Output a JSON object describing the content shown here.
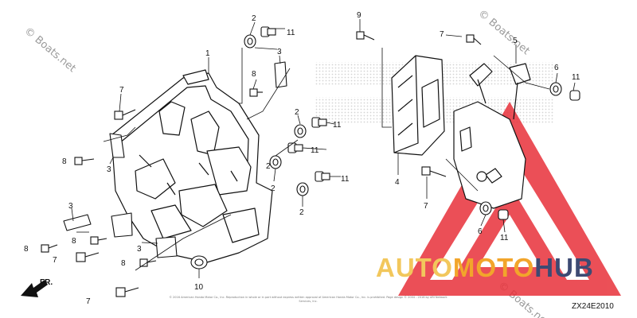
{
  "watermark": {
    "text": "© Boats.net",
    "brand_parts": [
      "AUTO",
      "MOTO",
      "HUB"
    ],
    "brand_colors": [
      "#f2c75c",
      "#f2a52b",
      "#3d4a73"
    ],
    "triangle_color": "#e8313a"
  },
  "diagram": {
    "code": "ZX24E2010",
    "front_label": "FR.",
    "copyright": "© 2016 American Honda Motor Co., Inc. Reproduction in whole or in part without express written approval of American Honda Motor Co., Inc. is prohibited. Page design © 2004 - 2016 by ARI Network Services, Inc.",
    "callouts": [
      {
        "id": "c1",
        "label": "1"
      },
      {
        "id": "c2a",
        "label": "2"
      },
      {
        "id": "c2b",
        "label": "2"
      },
      {
        "id": "c2c",
        "label": "2"
      },
      {
        "id": "c2d",
        "label": "2"
      },
      {
        "id": "c2e",
        "label": "2"
      },
      {
        "id": "c3a",
        "label": "3"
      },
      {
        "id": "c3b",
        "label": "3"
      },
      {
        "id": "c3c",
        "label": "3"
      },
      {
        "id": "c3d",
        "label": "3"
      },
      {
        "id": "c4",
        "label": "4"
      },
      {
        "id": "c5",
        "label": "5"
      },
      {
        "id": "c6a",
        "label": "6"
      },
      {
        "id": "c6b",
        "label": "6"
      },
      {
        "id": "c7a",
        "label": "7"
      },
      {
        "id": "c7b",
        "label": "7"
      },
      {
        "id": "c7c",
        "label": "7"
      },
      {
        "id": "c7d",
        "label": "7"
      },
      {
        "id": "c7e",
        "label": "7"
      },
      {
        "id": "c8a",
        "label": "8"
      },
      {
        "id": "c8b",
        "label": "8"
      },
      {
        "id": "c8c",
        "label": "8"
      },
      {
        "id": "c8d",
        "label": "8"
      },
      {
        "id": "c8e",
        "label": "8"
      },
      {
        "id": "c9",
        "label": "9"
      },
      {
        "id": "c10",
        "label": "10"
      },
      {
        "id": "c11a",
        "label": "11"
      },
      {
        "id": "c11b",
        "label": "11"
      },
      {
        "id": "c11c",
        "label": "11"
      },
      {
        "id": "c11d",
        "label": "11"
      },
      {
        "id": "c11e",
        "label": "11"
      },
      {
        "id": "c11f",
        "label": "11"
      }
    ]
  }
}
